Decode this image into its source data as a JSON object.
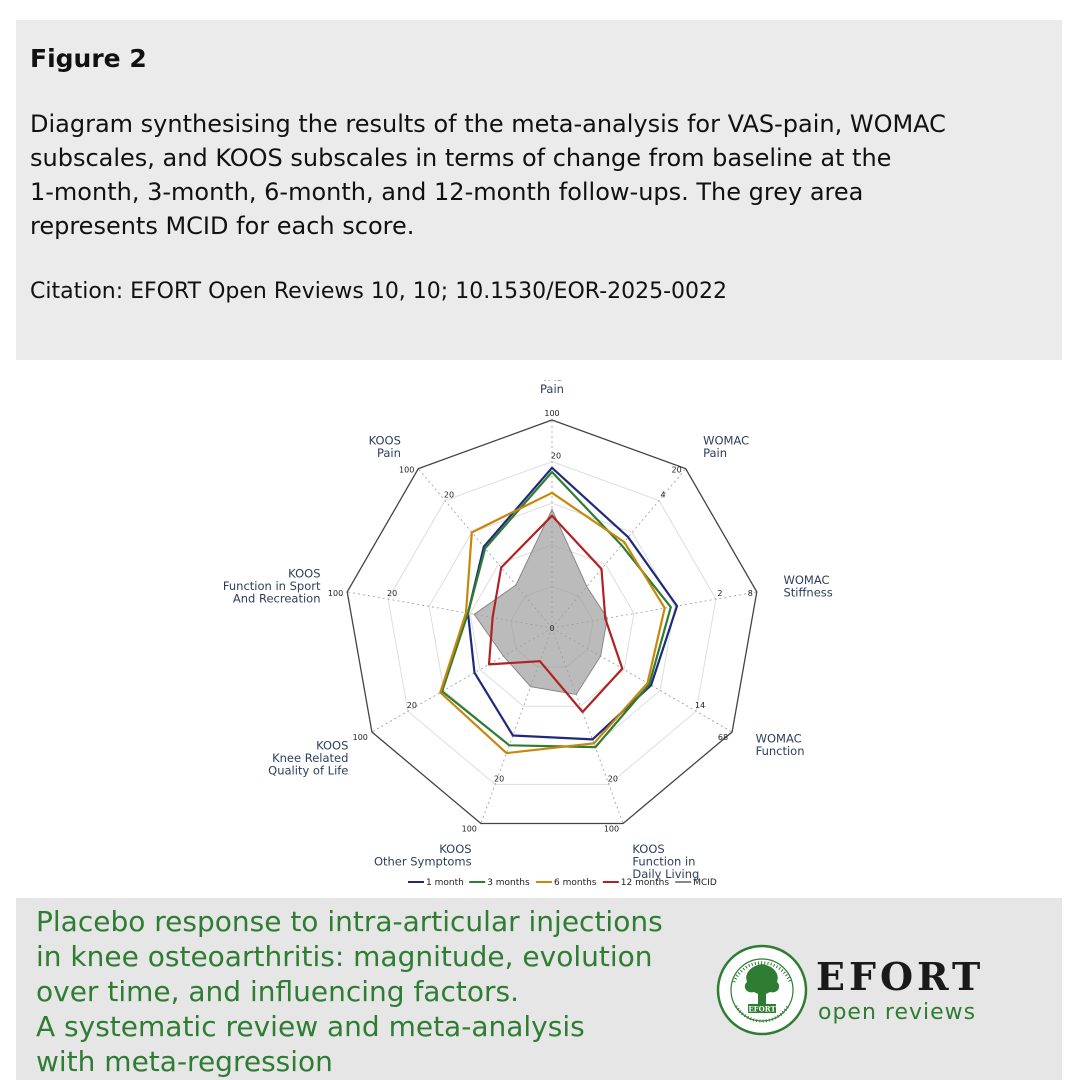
{
  "figure": {
    "title": "Figure 2",
    "description_lines": [
      "Diagram synthesising the results of the meta-analysis for VAS-pain, WOMAC",
      "subscales, and KOOS subscales in terms of change from baseline at the",
      "1-month, 3-month, 6-month, and 12-month follow-ups. The grey area",
      "represents MCID for each score."
    ],
    "citation": "Citation: EFORT Open Reviews 10, 10; 10.1530/EOR-2025-0022"
  },
  "chart_data": {
    "type": "radar",
    "center_label": "0",
    "axes": [
      {
        "label": [
          "VAS",
          "Pain"
        ],
        "outer": "100",
        "inner": "20"
      },
      {
        "label": [
          "WOMAC",
          "Pain"
        ],
        "outer": "20",
        "inner": "4"
      },
      {
        "label": [
          "WOMAC",
          "Stiffness"
        ],
        "outer": "8",
        "inner": "2"
      },
      {
        "label": [
          "WOMAC",
          "Function"
        ],
        "outer": "68",
        "inner": "14"
      },
      {
        "label": [
          "KOOS",
          "Function in",
          "Daily Living"
        ],
        "outer": "100",
        "inner": "20"
      },
      {
        "label": [
          "KOOS",
          "Other Symptoms"
        ],
        "outer": "100",
        "inner": "20"
      },
      {
        "label": [
          "KOOS",
          "Knee Related",
          "Quality of Life"
        ],
        "outer": "100",
        "inner": "20"
      },
      {
        "label": [
          "KOOS",
          "Function in Sport",
          "And Recreation"
        ],
        "outer": "100",
        "inner": "20"
      },
      {
        "label": [
          "KOOS",
          "Pain"
        ],
        "outer": "100",
        "inner": "20"
      }
    ],
    "series": [
      {
        "name": "1 month",
        "color": "#1f2a7a",
        "values": [
          0.77,
          0.57,
          0.61,
          0.55,
          0.57,
          0.55,
          0.43,
          0.41,
          0.51
        ]
      },
      {
        "name": "3 months",
        "color": "#2e7d32",
        "values": [
          0.75,
          0.52,
          0.58,
          0.54,
          0.61,
          0.6,
          0.61,
          0.41,
          0.5
        ]
      },
      {
        "name": "6 months",
        "color": "#c8860a",
        "values": [
          0.65,
          0.54,
          0.55,
          0.53,
          0.59,
          0.64,
          0.62,
          0.42,
          0.6
        ]
      },
      {
        "name": "12 months",
        "color": "#b22222",
        "values": [
          0.54,
          0.37,
          0.26,
          0.39,
          0.43,
          0.17,
          0.35,
          0.29,
          0.38
        ]
      },
      {
        "name": "MCID",
        "color": "#888888",
        "fill": "#9e9e9e",
        "values": [
          0.57,
          0.26,
          0.27,
          0.27,
          0.34,
          0.3,
          0.27,
          0.38,
          0.27
        ]
      }
    ],
    "levels": 5,
    "legend_position": "bottom"
  },
  "banner": {
    "title_lines": [
      "Placebo response to intra-articular injections",
      "in knee osteoarthritis: magnitude, evolution",
      "over time, and influencing factors.",
      "A systematic review and meta-analysis",
      "with meta-regression"
    ],
    "brand_name": "EFORT",
    "brand_sub": "open reviews",
    "seal_center": "EFORT",
    "seal_ring_top": "European Federation of National Associations of Orthopaedics and Traumatology",
    "seal_ring_bottom": "EFORT - JOINT EFFORTS"
  }
}
